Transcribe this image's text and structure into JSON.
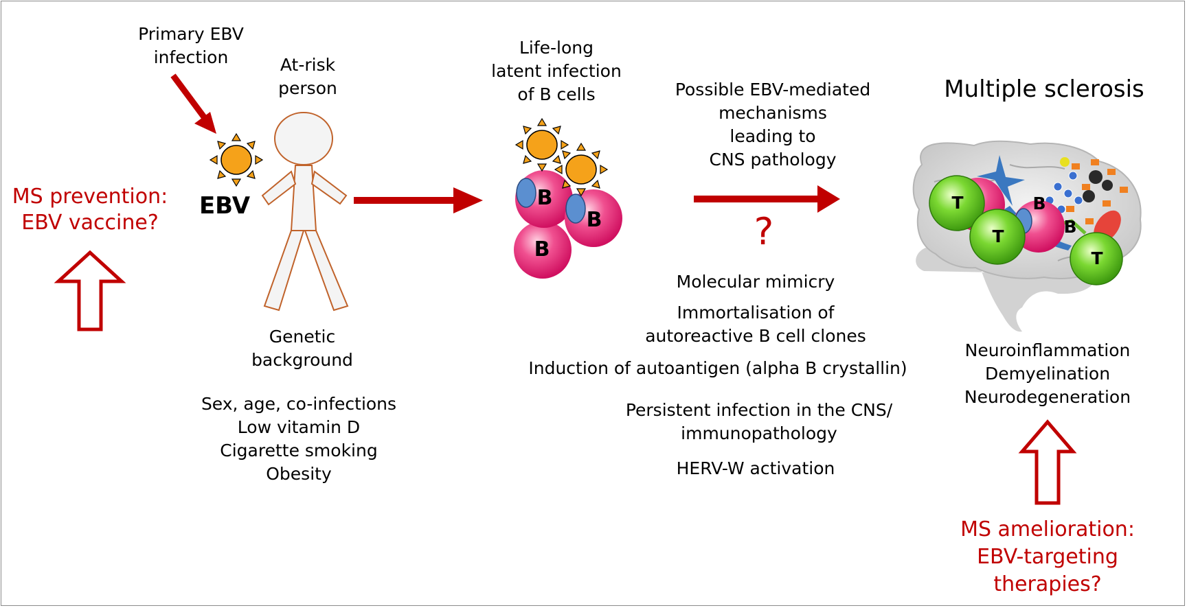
{
  "left": {
    "primary_infection": "Primary EBV\ninfection",
    "at_risk": "At-risk\nperson",
    "ebv": "EBV",
    "prevention": "MS prevention:\nEBV vaccine?",
    "genetic": "Genetic\nbackground",
    "factors": "Sex, age, co-infections\nLow vitamin D\nCigarette smoking\nObesity"
  },
  "middle": {
    "latent": "Life-long\nlatent infection\nof B cells",
    "b_label": "B",
    "mechanisms_title": "Possible EBV-mediated\nmechanisms\nleading to\nCNS pathology",
    "question": "?",
    "mechanisms": [
      "Molecular mimicry",
      "Immortalisation of\nautoreactive B cell clones",
      "Induction of autoantigen (alpha B crystallin)",
      "Persistent infection in the CNS/\nimmunopathology",
      "HERV-W activation"
    ]
  },
  "right": {
    "title": "Multiple sclerosis",
    "t_label": "T",
    "b_label": "B",
    "outcomes": "Neuroinflammation\nDemyelination\nNeurodegeneration",
    "amelioration": "MS amelioration:\nEBV-targeting\ntherapies?"
  },
  "colors": {
    "accent_red": "#c00000",
    "virus_orange": "#f5a21a",
    "b_cell_pink": "#e8246e",
    "t_cell_green": "#5cc21e",
    "marker_blue": "#5b8fd0",
    "person_outline": "#c0622a"
  }
}
